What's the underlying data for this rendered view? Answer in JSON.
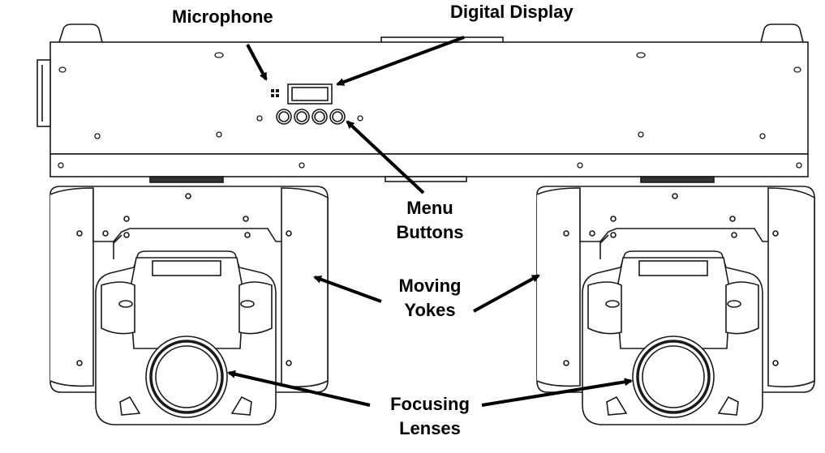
{
  "callouts": {
    "microphone": "Microphone",
    "digital_display": "Digital Display",
    "menu_buttons": [
      "Menu",
      "Buttons"
    ],
    "moving_yokes": [
      "Moving",
      "Yokes"
    ],
    "focusing_lenses": [
      "Focusing",
      "Lenses"
    ]
  },
  "colors": {
    "line": "#1a1a1a",
    "fill": "#ffffff",
    "arrow": "#000000"
  }
}
